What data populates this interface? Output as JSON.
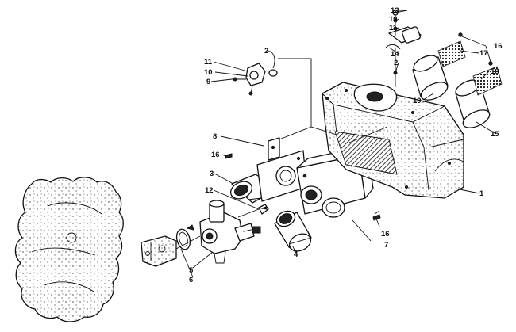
{
  "diagram": {
    "callouts": [
      {
        "id": "c13",
        "text": "13"
      },
      {
        "id": "c10a",
        "text": "10"
      },
      {
        "id": "c11a",
        "text": "11"
      },
      {
        "id": "c14",
        "text": "14"
      },
      {
        "id": "c2a",
        "text": "2"
      },
      {
        "id": "c16a",
        "text": "16"
      },
      {
        "id": "c17",
        "text": "17"
      },
      {
        "id": "c18",
        "text": "18"
      },
      {
        "id": "c19",
        "text": "19"
      },
      {
        "id": "c15",
        "text": "15"
      },
      {
        "id": "c2b",
        "text": "2"
      },
      {
        "id": "c11b",
        "text": "11"
      },
      {
        "id": "c10b",
        "text": "10"
      },
      {
        "id": "c9",
        "text": "9"
      },
      {
        "id": "c8",
        "text": "8"
      },
      {
        "id": "c16b",
        "text": "16"
      },
      {
        "id": "c3",
        "text": "3"
      },
      {
        "id": "c12",
        "text": "12"
      },
      {
        "id": "c1",
        "text": "1"
      },
      {
        "id": "c16c",
        "text": "16"
      },
      {
        "id": "c4",
        "text": "4"
      },
      {
        "id": "c7",
        "text": "7"
      },
      {
        "id": "c5",
        "text": "5"
      },
      {
        "id": "c6",
        "text": "6"
      }
    ]
  }
}
